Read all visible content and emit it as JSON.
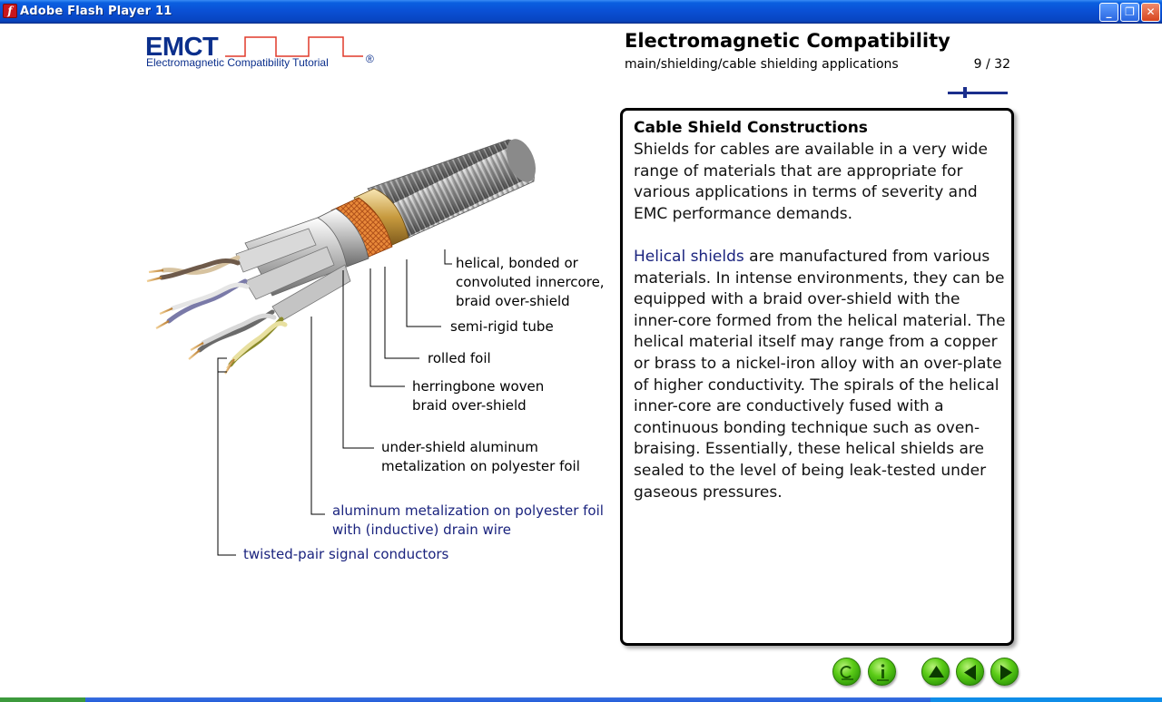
{
  "window": {
    "title": "Adobe Flash Player 11",
    "icon_glyph": "f",
    "minimize_glyph": "_",
    "restore_glyph": "❐",
    "close_glyph": "✕"
  },
  "logo": {
    "name": "EMCT",
    "subtitle": "Electromagnetic Compatibility Tutorial",
    "registered": "®"
  },
  "header": {
    "title": "Electromagnetic Compatibility",
    "breadcrumb": "main/shielding/cable shielding applications",
    "page_count": "9 / 32",
    "progress_fraction": 0.28
  },
  "illustration": {
    "labels": {
      "helical": [
        "helical, bonded or",
        "convoluted innercore,",
        "braid over-shield"
      ],
      "semi_rigid": "semi-rigid tube",
      "rolled_foil": "rolled foil",
      "herringbone": [
        "herringbone woven",
        "braid over-shield"
      ],
      "under_shield": [
        "under-shield aluminum",
        "metalization on polyester foil"
      ],
      "aluminum": [
        "aluminum metalization on polyester foil",
        "with (inductive) drain wire"
      ],
      "twisted_pair": "twisted-pair signal conductors"
    }
  },
  "panel": {
    "heading": "Cable Shield Constructions",
    "paragraph1": "Shields for cables are available in a very wide range of materials that are appropriate for various applications in terms of severity and EMC performance demands.",
    "term": "Helical shields",
    "paragraph2_rest": " are manufactured from various materials.  In intense environments, they can be equipped with a braid over-shield with the inner-core formed from the helical material.  The helical material itself may range from a copper or brass to a nickel-iron alloy with an over-plate of higher conductivity.  The spirals of the helical inner-core are conductively fused with a continuous bonding technique such as oven-braising.  Essentially, these helical shields are sealed to the level of being leak-tested under gaseous pressures."
  },
  "nav": {
    "buttons": [
      {
        "name": "contents-button",
        "icon": "contents-icon"
      },
      {
        "name": "info-button",
        "icon": "info-icon"
      },
      {
        "name": "up-button",
        "icon": "arrow-up-icon"
      },
      {
        "name": "back-button",
        "icon": "arrow-left-icon"
      },
      {
        "name": "forward-button",
        "icon": "arrow-right-icon"
      }
    ]
  },
  "colors": {
    "titlebar": "#0a4fd4",
    "brand_blue": "#0b2f8c",
    "logo_wave": "#e03a2a",
    "term_blue": "#1a237e",
    "nav_green": "#46b80f"
  }
}
